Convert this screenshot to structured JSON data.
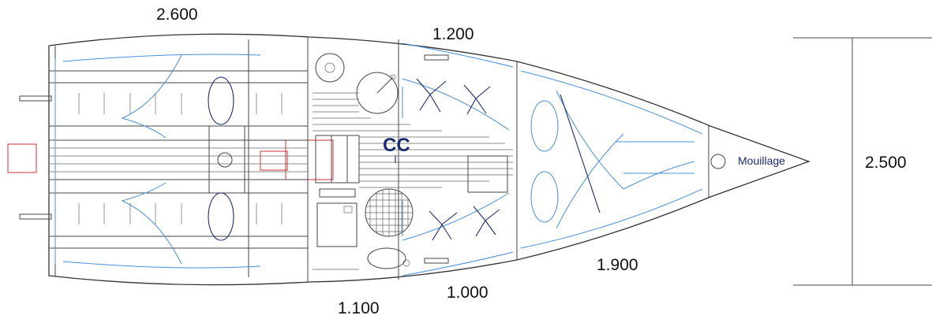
{
  "labels": {
    "dim_stern": "2.600",
    "dim_mid_top": "1.200",
    "dim_bow_lower": "1.900",
    "dim_mid_lower": "1.000",
    "dim_bottom": "1.100",
    "dim_beam": "2.500",
    "cabin_label": "CC",
    "bow_label": "Mouillage"
  },
  "colors": {
    "outline": "#333333",
    "annotation_blue": "#4a8fd6",
    "label_navy": "#1c2b6e",
    "marker_red": "#d03030"
  }
}
